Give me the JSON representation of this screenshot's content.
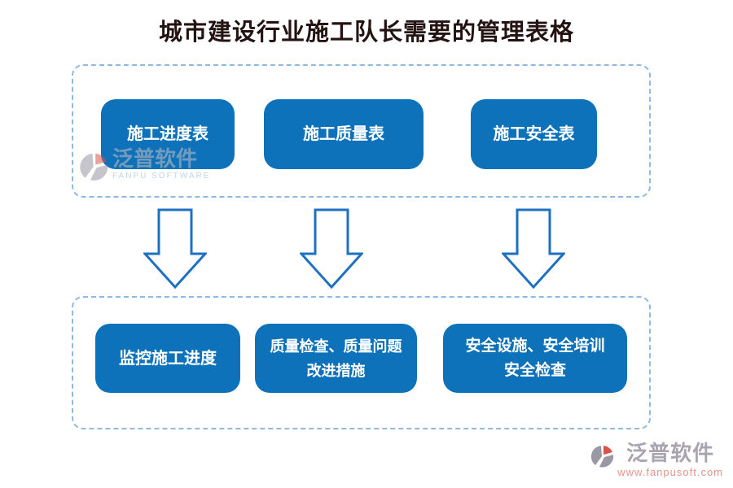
{
  "title": "城市建设行业施工队长需要的管理表格",
  "top_group": {
    "boxes": [
      {
        "label": "施工进度表"
      },
      {
        "label": "施工质量表"
      },
      {
        "label": "施工安全表"
      }
    ]
  },
  "bottom_group": {
    "boxes": [
      {
        "lines": [
          "监控施工进度"
        ]
      },
      {
        "lines": [
          "质量检查、质量问题",
          "改进措施"
        ]
      },
      {
        "lines": [
          "安全设施、安全培训",
          "安全检查"
        ]
      }
    ]
  },
  "watermark": {
    "brand": "泛普软件",
    "subtitle": "FANPU SOFTWARE"
  },
  "footer": {
    "brand": "泛普软件",
    "url": "www.fanpusoft.com"
  },
  "colors": {
    "box_blue": "#0d72b9",
    "arrow_stroke": "#1e70c2",
    "dash_border": "#8fb8e2",
    "title_color": "#241313",
    "footer_url_color": "#e2948a"
  }
}
